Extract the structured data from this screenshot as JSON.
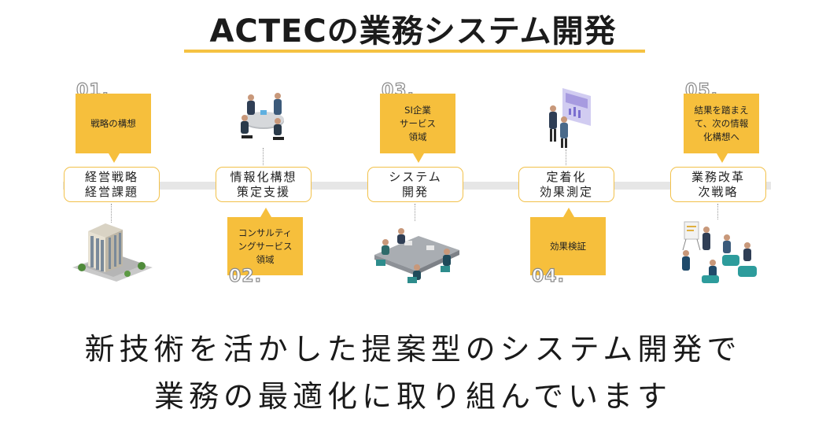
{
  "title": "ACTECの業務システム開発",
  "steps": [
    {
      "label": "経営戦略\n経営課題",
      "number": "01.",
      "note": "戦略の構想",
      "icon": "office-building-icon"
    },
    {
      "label": "情報化構想\n策定支援",
      "number": "02.",
      "note": "コンサルティ\nングサービス\n領域",
      "icon": "business-meeting-icon"
    },
    {
      "label": "システム\n開発",
      "number": "03.",
      "note": "SI企業\nサービス\n領域",
      "icon": "development-team-icon"
    },
    {
      "label": "定着化\n効果測定",
      "number": "04.",
      "note": "効果検証",
      "icon": "data-analysis-icon"
    },
    {
      "label": "業務改革\n次戦略",
      "number": "05.",
      "note": "結果を踏まえ\nて、次の情報\n化構想へ",
      "icon": "team-discussion-icon"
    }
  ],
  "tagline": {
    "line1": "新技術を活かした提案型のシステム開発で",
    "line2": "業務の最適化に取り組んでいます"
  },
  "colors": {
    "accent": "#f6bf3c",
    "border": "#f2c14a",
    "timeline": "#e6e6e6"
  }
}
